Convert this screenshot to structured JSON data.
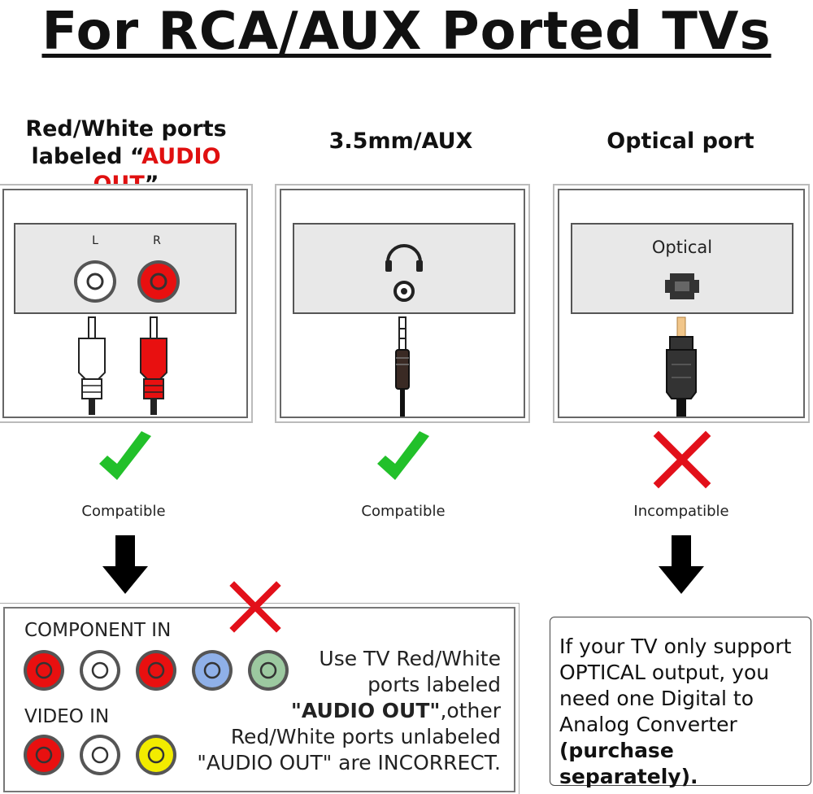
{
  "title": "For RCA/AUX Ported TVs",
  "columns": [
    {
      "heading_line1": "Red/White ports",
      "heading_line2_prefix": "labeled “",
      "heading_line2_highlight": "AUDIO OUT",
      "heading_line2_suffix": "”",
      "port_labels": [
        "L",
        "R"
      ],
      "status": "Compatible",
      "status_icon": "check-icon"
    },
    {
      "heading": "3.5mm/AUX",
      "status": "Compatible",
      "status_icon": "check-icon"
    },
    {
      "heading": "Optical port",
      "port_label": "Optical",
      "status": "Incompatible",
      "status_icon": "cross-icon"
    }
  ],
  "bottom_left": {
    "component_label": "COMPONENT IN",
    "video_label": "VIDEO IN",
    "component_jacks": [
      "#e81010",
      "#ffffff",
      "#e81010",
      "#8fb0e8",
      "#9cc9a0"
    ],
    "video_jacks": [
      "#e81010",
      "#ffffff",
      "#f2ec00"
    ],
    "text_line1": "Use TV Red/White",
    "text_line2": "ports labeled",
    "text_line3_bold": "\"AUDIO OUT\"",
    "text_line3_rest": ",other",
    "text_line4": "Red/White ports unlabeled",
    "text_line5": "\"AUDIO OUT\" are INCORRECT."
  },
  "bottom_right": {
    "line1": "If your TV only support",
    "line2": "OPTICAL output, you",
    "line3": "need one Digital to",
    "line4": "Analog Converter",
    "line5_bold": "(purchase separately)."
  },
  "colors": {
    "check": "#22c02a",
    "cross": "#e2101a",
    "red_jack": "#e81010"
  }
}
